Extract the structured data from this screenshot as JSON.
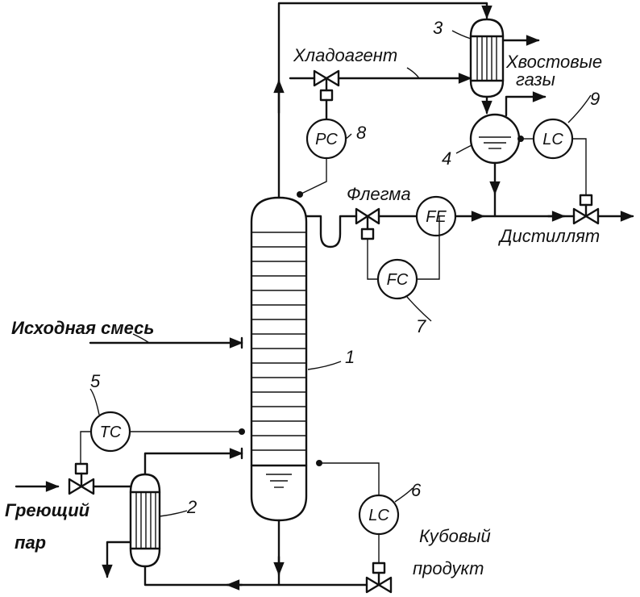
{
  "streams": {
    "coolant": "Хладоагент",
    "tail_gases_line1": "Хвостовые",
    "tail_gases_line2": "газы",
    "reflux": "Флегма",
    "distillate": "Дистиллят",
    "feed": "Исходная смесь",
    "heating_steam_line1": "Греющий",
    "heating_steam_line2": "пар",
    "bottoms_line1": "Кубовый",
    "bottoms_line2": "продукт"
  },
  "instruments": {
    "pc": "PC",
    "lc_top": "LC",
    "fe": "FE",
    "fc": "FC",
    "tc": "TC",
    "lc_bottom": "LC"
  },
  "equipment_numbers": {
    "column": "1",
    "reboiler": "2",
    "condenser": "3",
    "receiver": "4",
    "tc_loop": "5",
    "lc_bottom_loop": "6",
    "fc_loop": "7",
    "pc_loop": "8",
    "lc_top_loop": "9"
  }
}
